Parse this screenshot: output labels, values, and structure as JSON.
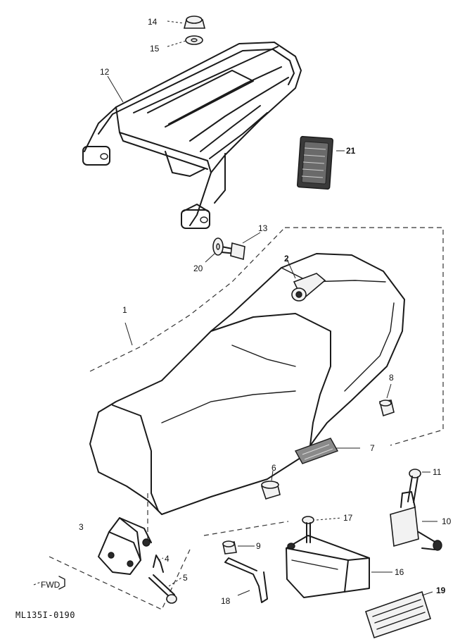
{
  "diagram": {
    "drawing_code": "ML135I-0190",
    "direction_mark": "FWD",
    "callouts": {
      "p1": "1",
      "p2": "2",
      "p3": "3",
      "p4": "4",
      "p5": "5",
      "p6": "6",
      "p7": "7",
      "p8": "8",
      "p9": "9",
      "p10": "10",
      "p11": "11",
      "p12": "12",
      "p13": "13",
      "p14": "14",
      "p15": "15",
      "p16": "16",
      "p17": "17",
      "p18": "18",
      "p19": "19",
      "p20": "20",
      "p21": "21"
    }
  }
}
